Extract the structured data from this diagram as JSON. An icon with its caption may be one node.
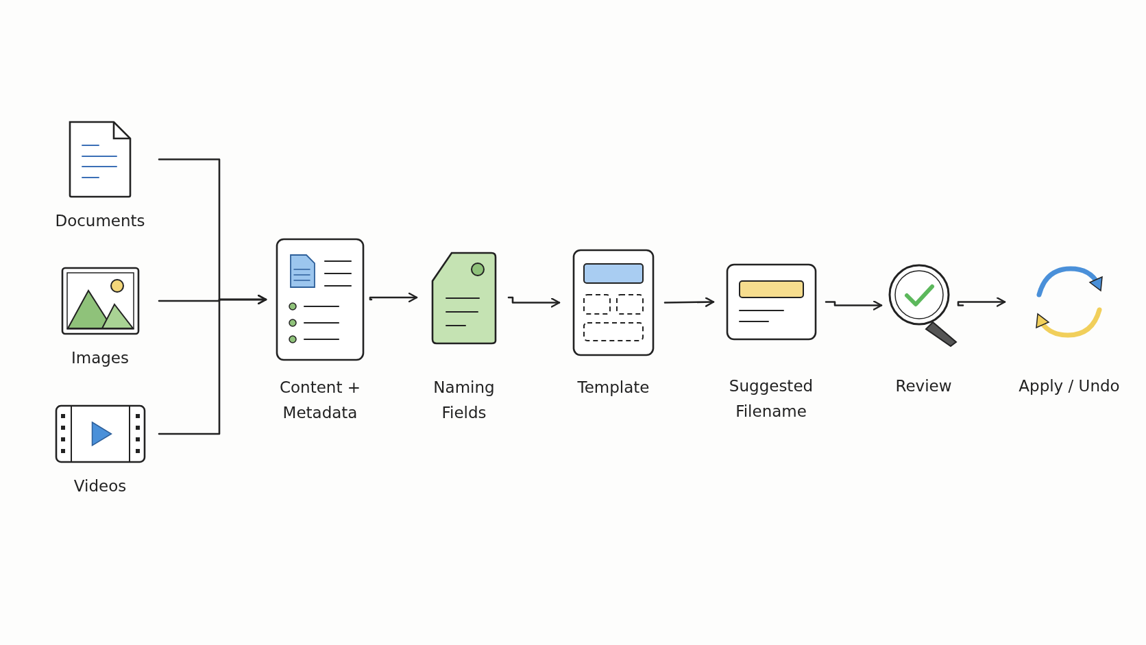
{
  "diagram": {
    "nodes": [
      {
        "text": [
          "Documents"
        ]
      },
      {
        "text": [
          "Images"
        ]
      },
      {
        "text": [
          "Videos"
        ]
      },
      {
        "text": [
          "Content + Metadata"
        ]
      },
      {
        "text": [
          "Naming Fields"
        ]
      },
      {
        "text": [
          "Template"
        ]
      },
      {
        "text": [
          "Suggested Filename"
        ]
      },
      {
        "text": [
          "Review"
        ]
      },
      {
        "text": [
          "Apply / Undo"
        ]
      }
    ],
    "edges": [
      {
        "from": 0,
        "to": 3,
        "arrow": "to"
      },
      {
        "from": 1,
        "to": 3,
        "arrow": "to"
      },
      {
        "from": 2,
        "to": 3,
        "arrow": "to"
      },
      {
        "from": 3,
        "to": 4,
        "arrow": "to"
      },
      {
        "from": 4,
        "to": 5,
        "arrow": "to"
      },
      {
        "from": 5,
        "to": 6,
        "arrow": "to"
      },
      {
        "from": 6,
        "to": 7,
        "arrow": "to"
      },
      {
        "from": 7,
        "to": 8,
        "arrow": "to"
      }
    ]
  }
}
